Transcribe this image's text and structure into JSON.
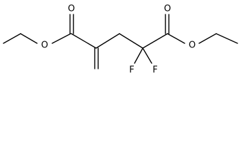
{
  "structure": {
    "atoms": {
      "o_ketone_left": "O",
      "o_ether_left": "O",
      "o_ketone_right": "O",
      "o_ether_right": "O",
      "f_left": "F",
      "f_right": "F"
    }
  },
  "colors": {
    "bond": "#000000",
    "label": "#000000",
    "background": "#ffffff"
  }
}
